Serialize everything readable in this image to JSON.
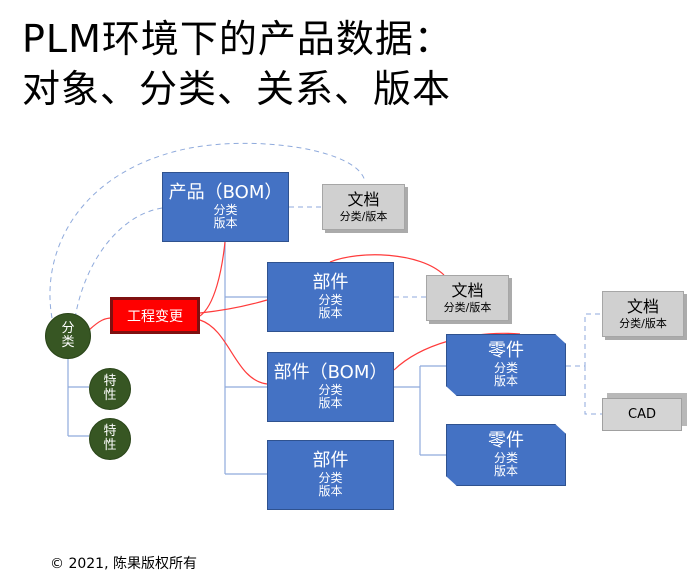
{
  "title": {
    "line1": "PLM环境下的产品数据：",
    "line2": "对象、分类、关系、版本"
  },
  "nodes": {
    "product": {
      "title": "产品（BOM）",
      "sub1": "分类",
      "sub2": "版本"
    },
    "part_top": {
      "title": "部件",
      "sub1": "分类",
      "sub2": "版本"
    },
    "part_bom": {
      "title": "部件（BOM）",
      "sub1": "分类",
      "sub2": "版本"
    },
    "part_bottom": {
      "title": "部件",
      "sub1": "分类",
      "sub2": "版本"
    },
    "component_1": {
      "title": "零件",
      "sub1": "分类",
      "sub2": "版本"
    },
    "component_2": {
      "title": "零件",
      "sub1": "分类",
      "sub2": "版本"
    },
    "doc_product": {
      "title": "文档",
      "sub": "分类/版本"
    },
    "doc_part": {
      "title": "文档",
      "sub": "分类/版本"
    },
    "doc_component": {
      "title": "文档",
      "sub": "分类/版本"
    },
    "cad": {
      "label": "CAD"
    },
    "classification": {
      "label": "分类"
    },
    "attribute_1": {
      "label": "特性"
    },
    "attribute_2": {
      "label": "特性"
    },
    "engineering_change": {
      "label": "工程变更"
    }
  },
  "colors": {
    "object_fill": "#4472c4",
    "document_fill": "#d0d0d0",
    "classification_fill": "#375623",
    "change_fill": "#ff0000",
    "hierarchy_line": "#8faadc",
    "change_line": "#ff3b3b"
  },
  "footer": {
    "copyright": "© 2021, 陈果版权所有"
  }
}
